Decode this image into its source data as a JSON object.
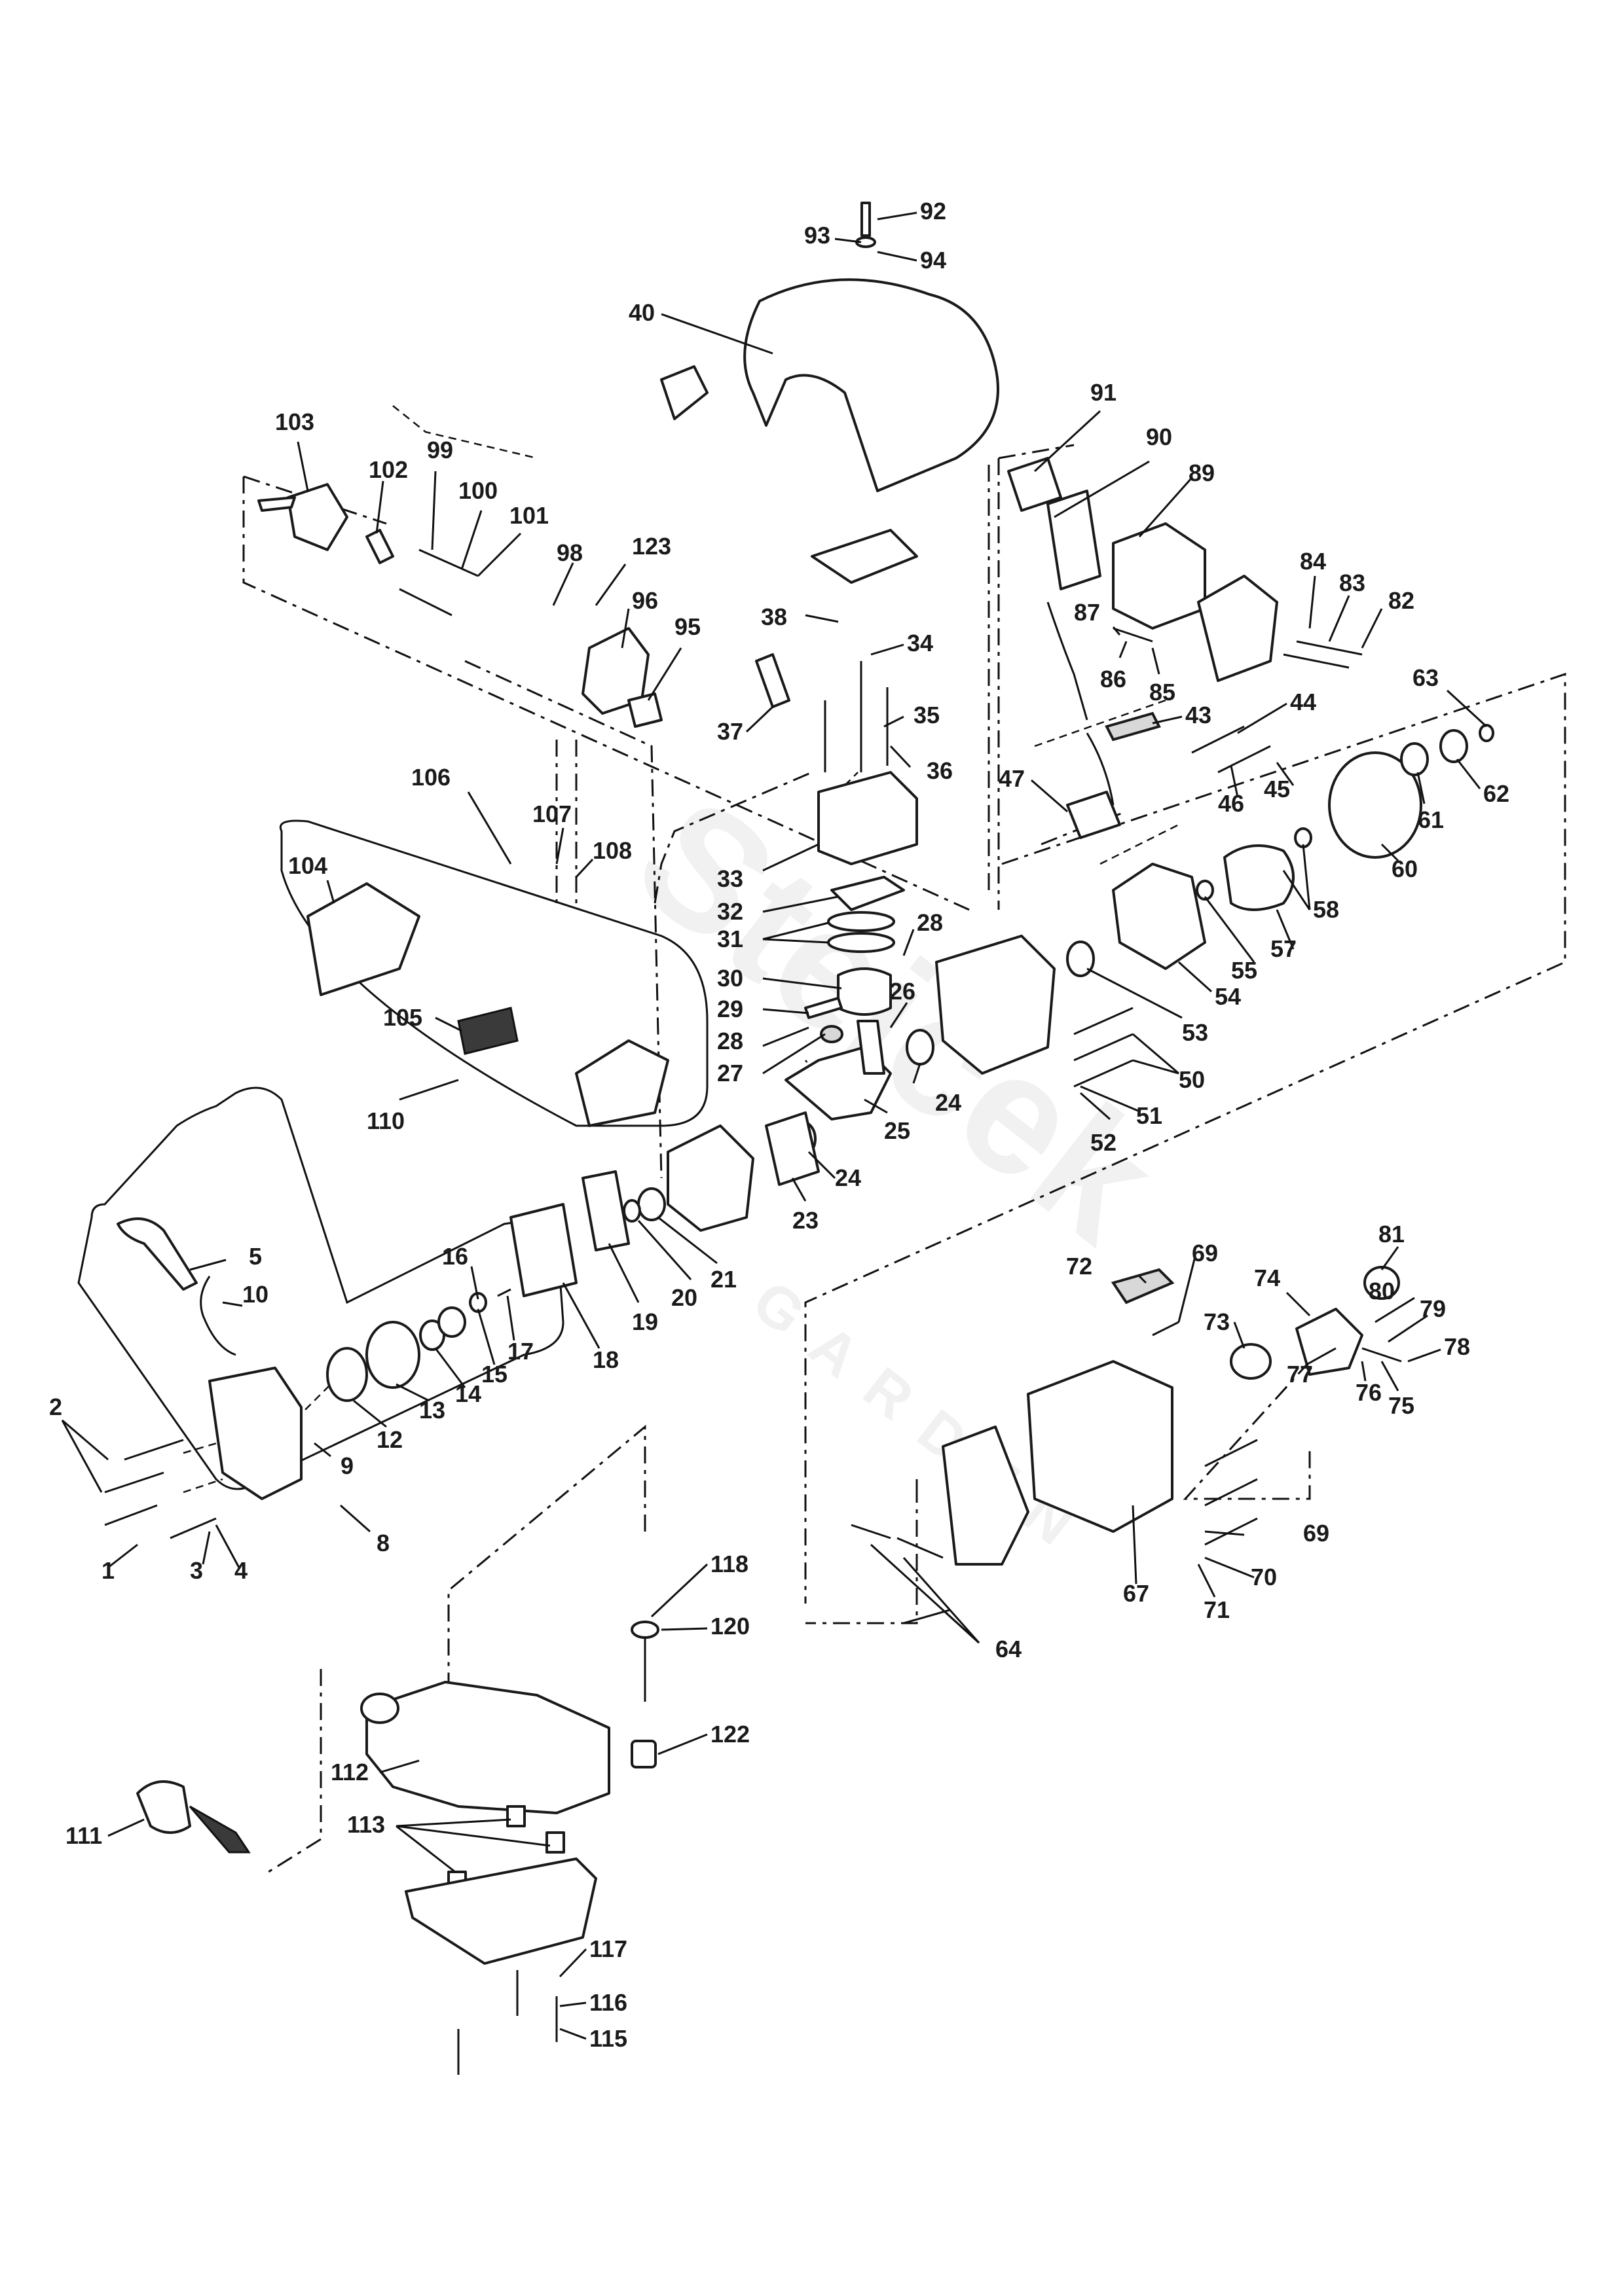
{
  "watermark": {
    "brand": "Stejček",
    "sub": "GARDEN"
  },
  "callouts": [
    {
      "id": "n92",
      "text": "92"
    },
    {
      "id": "n93",
      "text": "93"
    },
    {
      "id": "n94",
      "text": "94"
    },
    {
      "id": "n40",
      "text": "40"
    },
    {
      "id": "n91",
      "text": "91"
    },
    {
      "id": "n90",
      "text": "90"
    },
    {
      "id": "n89",
      "text": "89"
    },
    {
      "id": "n103",
      "text": "103"
    },
    {
      "id": "n102",
      "text": "102"
    },
    {
      "id": "n99",
      "text": "99"
    },
    {
      "id": "n100",
      "text": "100"
    },
    {
      "id": "n101",
      "text": "101"
    },
    {
      "id": "n98",
      "text": "98"
    },
    {
      "id": "n123",
      "text": "123"
    },
    {
      "id": "n96",
      "text": "96"
    },
    {
      "id": "n95",
      "text": "95"
    },
    {
      "id": "n84",
      "text": "84"
    },
    {
      "id": "n83",
      "text": "83"
    },
    {
      "id": "n82",
      "text": "82"
    },
    {
      "id": "n87",
      "text": "87"
    },
    {
      "id": "n86",
      "text": "86"
    },
    {
      "id": "n85",
      "text": "85"
    },
    {
      "id": "n38",
      "text": "38"
    },
    {
      "id": "n34",
      "text": "34"
    },
    {
      "id": "n37",
      "text": "37"
    },
    {
      "id": "n35",
      "text": "35"
    },
    {
      "id": "n36",
      "text": "36"
    },
    {
      "id": "n43",
      "text": "43"
    },
    {
      "id": "n44",
      "text": "44"
    },
    {
      "id": "n63",
      "text": "63"
    },
    {
      "id": "n47",
      "text": "47"
    },
    {
      "id": "n46",
      "text": "46"
    },
    {
      "id": "n45",
      "text": "45"
    },
    {
      "id": "n62",
      "text": "62"
    },
    {
      "id": "n61",
      "text": "61"
    },
    {
      "id": "n60",
      "text": "60"
    },
    {
      "id": "n106",
      "text": "106"
    },
    {
      "id": "n107",
      "text": "107"
    },
    {
      "id": "n108",
      "text": "108"
    },
    {
      "id": "n104",
      "text": "104"
    },
    {
      "id": "n33",
      "text": "33"
    },
    {
      "id": "n32",
      "text": "32"
    },
    {
      "id": "n31",
      "text": "31"
    },
    {
      "id": "n28a",
      "text": "28"
    },
    {
      "id": "n58",
      "text": "58"
    },
    {
      "id": "n30",
      "text": "30"
    },
    {
      "id": "n26",
      "text": "26"
    },
    {
      "id": "n57",
      "text": "57"
    },
    {
      "id": "n55",
      "text": "55"
    },
    {
      "id": "n105",
      "text": "105"
    },
    {
      "id": "n29",
      "text": "29"
    },
    {
      "id": "n54",
      "text": "54"
    },
    {
      "id": "n28b",
      "text": "28"
    },
    {
      "id": "n53",
      "text": "53"
    },
    {
      "id": "n27",
      "text": "27"
    },
    {
      "id": "n50",
      "text": "50"
    },
    {
      "id": "n24a",
      "text": "24"
    },
    {
      "id": "n51",
      "text": "51"
    },
    {
      "id": "n110",
      "text": "110"
    },
    {
      "id": "n52",
      "text": "52"
    },
    {
      "id": "n25",
      "text": "25"
    },
    {
      "id": "n24b",
      "text": "24"
    },
    {
      "id": "n23",
      "text": "23"
    },
    {
      "id": "n21",
      "text": "21"
    },
    {
      "id": "n5",
      "text": "5"
    },
    {
      "id": "n20",
      "text": "20"
    },
    {
      "id": "n81",
      "text": "81"
    },
    {
      "id": "n19",
      "text": "19"
    },
    {
      "id": "n10",
      "text": "10"
    },
    {
      "id": "n72",
      "text": "72"
    },
    {
      "id": "n69a",
      "text": "69"
    },
    {
      "id": "n16",
      "text": "16"
    },
    {
      "id": "n74",
      "text": "74"
    },
    {
      "id": "n80",
      "text": "80"
    },
    {
      "id": "n79",
      "text": "79"
    },
    {
      "id": "n18",
      "text": "18"
    },
    {
      "id": "n17",
      "text": "17"
    },
    {
      "id": "n73",
      "text": "73"
    },
    {
      "id": "n78",
      "text": "78"
    },
    {
      "id": "n15",
      "text": "15"
    },
    {
      "id": "n77",
      "text": "77"
    },
    {
      "id": "n14",
      "text": "14"
    },
    {
      "id": "n76",
      "text": "76"
    },
    {
      "id": "n75",
      "text": "75"
    },
    {
      "id": "n13",
      "text": "13"
    },
    {
      "id": "n12",
      "text": "12"
    },
    {
      "id": "n2",
      "text": "2"
    },
    {
      "id": "n9",
      "text": "9"
    },
    {
      "id": "n69b",
      "text": "69"
    },
    {
      "id": "n1",
      "text": "1"
    },
    {
      "id": "n3",
      "text": "3"
    },
    {
      "id": "n4",
      "text": "4"
    },
    {
      "id": "n8",
      "text": "8"
    },
    {
      "id": "n70",
      "text": "70"
    },
    {
      "id": "n67",
      "text": "67"
    },
    {
      "id": "n71",
      "text": "71"
    },
    {
      "id": "n64",
      "text": "64"
    },
    {
      "id": "n118",
      "text": "118"
    },
    {
      "id": "n120",
      "text": "120"
    },
    {
      "id": "n122",
      "text": "122"
    },
    {
      "id": "n112",
      "text": "112"
    },
    {
      "id": "n113",
      "text": "113"
    },
    {
      "id": "n111",
      "text": "111"
    },
    {
      "id": "n117",
      "text": "117"
    },
    {
      "id": "n116",
      "text": "116"
    },
    {
      "id": "n115",
      "text": "115"
    }
  ]
}
